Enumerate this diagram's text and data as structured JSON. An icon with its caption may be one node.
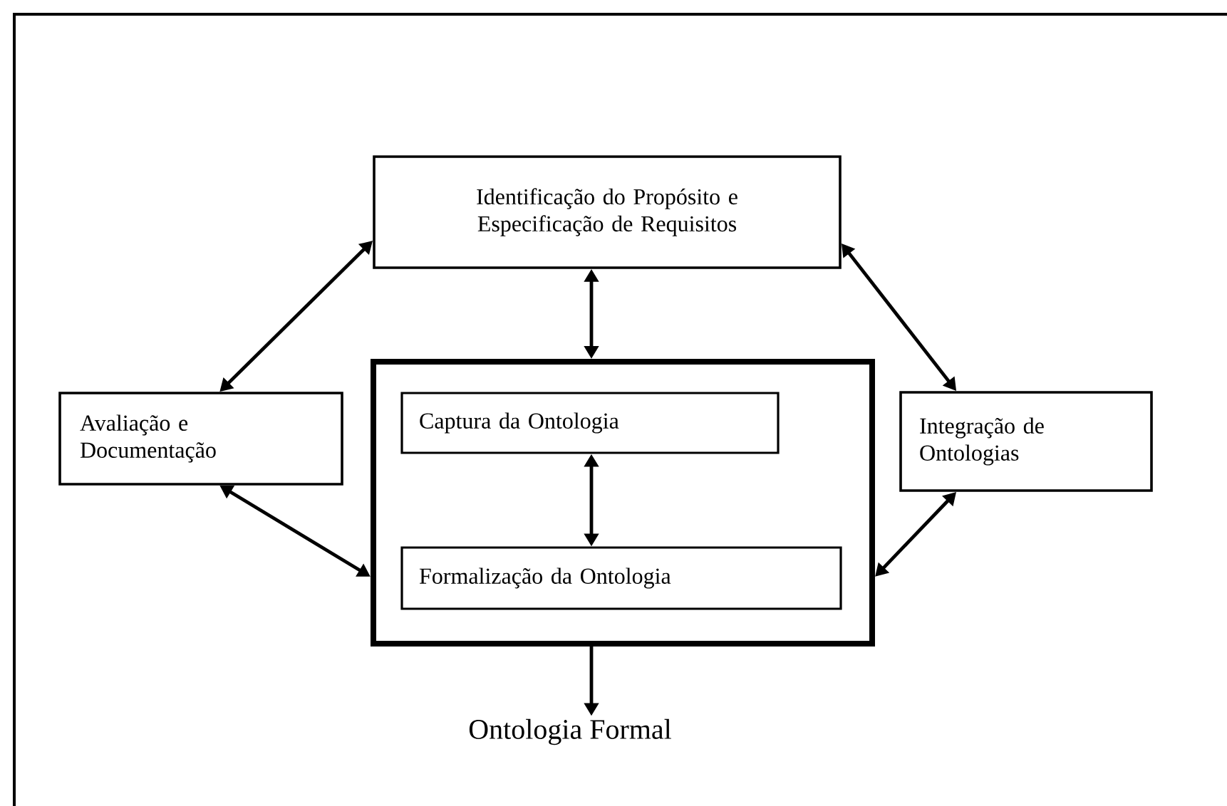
{
  "diagram": {
    "nodes": [
      {
        "text": [
          "Identificação do Propósito e Especificação de Requisitos"
        ]
      },
      {
        "text": [
          "Avaliação e Documentação"
        ]
      },
      {
        "text": [],
        "shape": "box"
      },
      {
        "text": [
          "Captura da Ontologia"
        ],
        "in": 2
      },
      {
        "text": [
          "Formalização da Ontologia"
        ],
        "in": 2
      },
      {
        "text": [
          "Integração de Ontologias"
        ]
      },
      {
        "text": [
          "Ontologia Formal"
        ]
      }
    ],
    "edges": [
      {
        "from": 0,
        "to": 1,
        "arrow": "both"
      },
      {
        "from": 0,
        "to": 2,
        "arrow": "both"
      },
      {
        "from": 0,
        "to": 5,
        "arrow": "both"
      },
      {
        "from": 1,
        "to": 2,
        "arrow": "both"
      },
      {
        "from": 3,
        "to": 4,
        "arrow": "both"
      },
      {
        "from": 5,
        "to": 2,
        "arrow": "both"
      },
      {
        "from": 2,
        "to": 6,
        "arrow": "to"
      }
    ]
  }
}
